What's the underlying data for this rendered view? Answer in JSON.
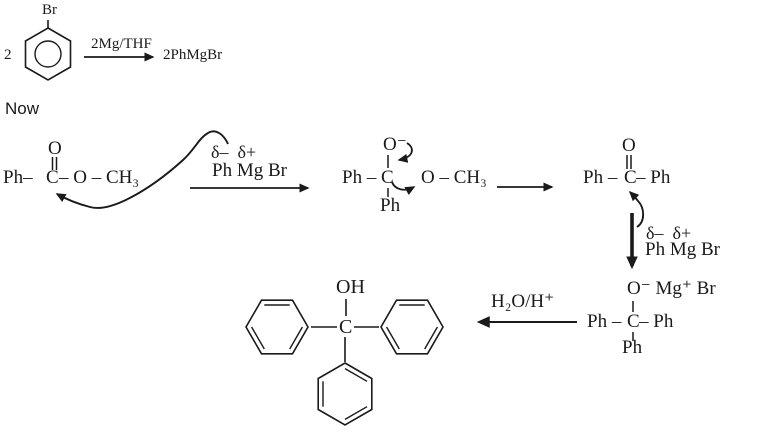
{
  "colors": {
    "ink": "#1a1a1a",
    "background": "#ffffff"
  },
  "top_reaction": {
    "coefficient": "2",
    "substituent": "Br",
    "conditions": "2Mg/THF",
    "product": "2PhMgBr"
  },
  "now_label": "Now",
  "step1": {
    "ester": {
      "oxo": "O",
      "left": "Ph–",
      "c": "C",
      "right": "– O – CH₃"
    },
    "arrow_labels": {
      "charges": "δ–  δ+",
      "reagent": "Ph Mg Br"
    }
  },
  "step2": {
    "intermediate": {
      "alkoxide_o": "O⁻",
      "left": "Ph –",
      "c": "C",
      "right": "O – CH₃",
      "ph_bottom": "Ph"
    }
  },
  "step3": {
    "ketone": {
      "oxo": "O",
      "left": "Ph –",
      "c": "C",
      "right": "– Ph"
    },
    "arrow_labels": {
      "charges": "δ–  δ+",
      "reagent": "Ph Mg Br"
    }
  },
  "step4": {
    "alkoxide": {
      "counterion": "O⁻ Mg⁺ Br",
      "left": "Ph –",
      "c": "C",
      "right": "– Ph",
      "ph_bottom": "Ph"
    },
    "hydrolysis_label": "H₂O/H⁺"
  },
  "final_product": {
    "hydroxyl": "OH",
    "c": "C"
  }
}
